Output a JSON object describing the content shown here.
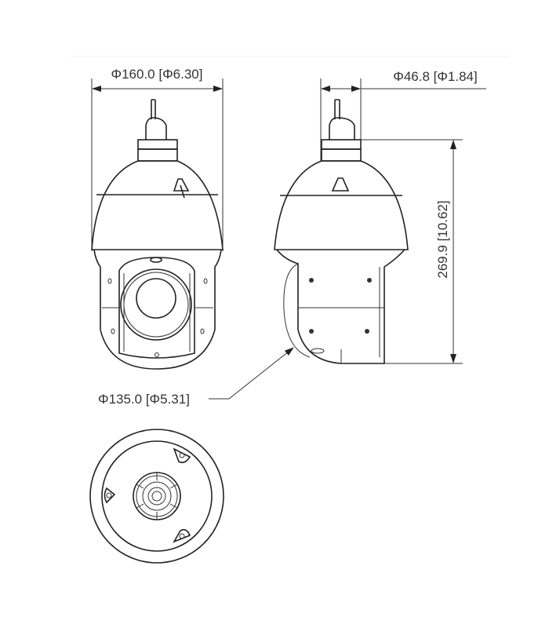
{
  "diagram": {
    "front_width_label": "Φ160.0 [Φ6.30]",
    "mount_diameter_label": "Φ46.8 [Φ1.84]",
    "height_label": "269.9 [10.62]",
    "bottom_diameter_label": "Φ135.0 [Φ5.31]"
  }
}
